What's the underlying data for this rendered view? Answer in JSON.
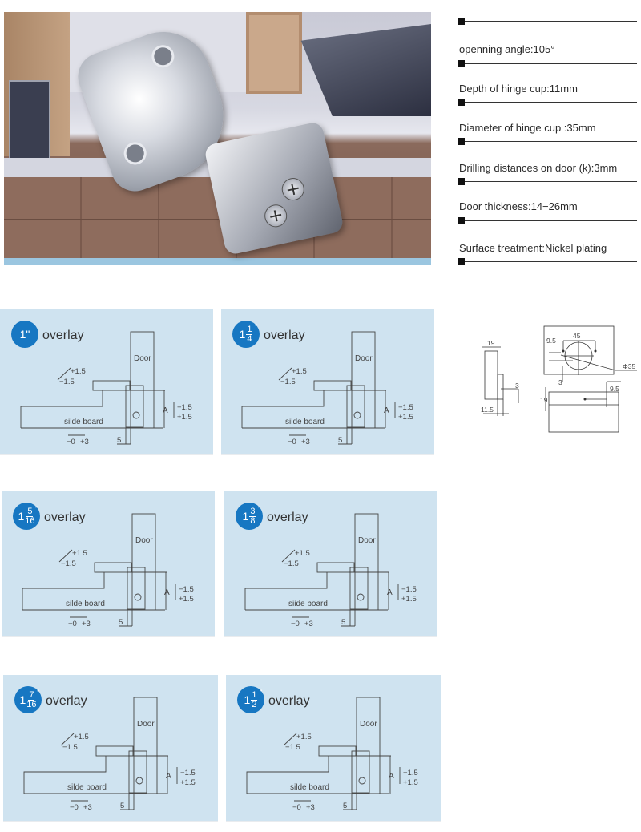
{
  "hero": {
    "image_alt": "Chrome-plated concealed cabinet hinge over a modern kitchen background"
  },
  "specs": [
    {
      "label": "openning angle:105°"
    },
    {
      "label": "Depth of hinge cup:11mm"
    },
    {
      "label": "Diameter of hinge cup :35mm"
    },
    {
      "label": "Drilling distances on door (k):3mm"
    },
    {
      "label": "Door thickness:14−26mm"
    },
    {
      "label": "Surface treatment:Nickel plating"
    }
  ],
  "overlay_panels": [
    {
      "whole": "",
      "num": "",
      "den": "",
      "simple": "1\"",
      "label": "overlay"
    },
    {
      "whole": "1",
      "num": "1",
      "den": "4",
      "simple": "",
      "label": "overlay"
    },
    {
      "whole": "1",
      "num": "5",
      "den": "16",
      "simple": "",
      "label": "overlay"
    },
    {
      "whole": "1",
      "num": "3",
      "den": "8",
      "simple": "",
      "label": "overlay"
    },
    {
      "whole": "1",
      "num": "7",
      "den": "16",
      "simple": "",
      "label": "overlay"
    },
    {
      "whole": "1",
      "num": "1",
      "den": "2",
      "simple": "",
      "label": "overlay"
    }
  ],
  "diagram_labels": {
    "door": "Door",
    "side_board": [
      "silde board",
      "silde board",
      "silde board",
      "siide board",
      "silde board",
      "silde board"
    ],
    "angle_plus": "+1.5",
    "angle_minus": "−1.5",
    "a_label": "A",
    "a_minus": "−1.5",
    "a_plus": "+1.5",
    "horiz_minus": "−0",
    "horiz_plus": "+3",
    "five": "5"
  },
  "drill_diagram": {
    "dims": {
      "side_width": "19",
      "side_bottom": "11.5",
      "side_k": "3",
      "cup_spacing": "45",
      "cup_offset": "9.5",
      "cup_diameter": "Φ35",
      "cup_k": "3",
      "plate_height": "19",
      "plate_offset": "9.5"
    }
  },
  "colors": {
    "panel_bg": "#cfe3f0",
    "badge_blue": "#1777c2",
    "line_dark": "#333333"
  }
}
